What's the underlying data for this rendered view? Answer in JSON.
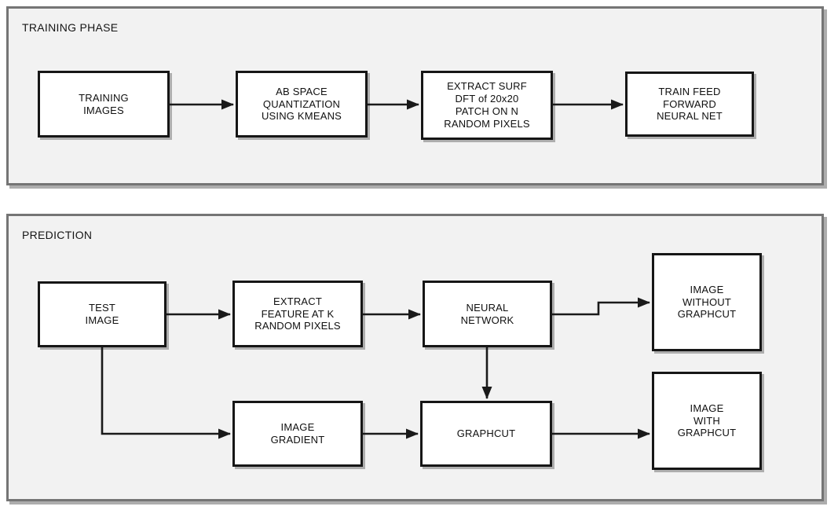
{
  "training_phase": {
    "title": "TRAINING PHASE",
    "boxes": [
      {
        "id": "training-images",
        "label": "TRAINING\nIMAGES"
      },
      {
        "id": "ab-space-quantization",
        "label": "AB SPACE\nQUANTIZATION\nUSING KMEANS"
      },
      {
        "id": "extract-surf",
        "label": "EXTRACT SURF\nDFT of 20x20\nPATCH ON N\nRANDOM PIXELS"
      },
      {
        "id": "train-feed-forward",
        "label": "TRAIN FEED\nFORWARD\nNEURAL NET"
      }
    ]
  },
  "prediction": {
    "title": "PREDICTION",
    "boxes": [
      {
        "id": "test-image",
        "label": "TEST\nIMAGE"
      },
      {
        "id": "extract-feature",
        "label": "EXTRACT\nFEATURE AT K\nRANDOM PIXELS"
      },
      {
        "id": "neural-network",
        "label": "NEURAL\nNETWORK"
      },
      {
        "id": "image-without-graphcut",
        "label": "IMAGE\nWITHOUT\nGRAPHCUT"
      },
      {
        "id": "image-gradient",
        "label": "IMAGE\nGRADIENT"
      },
      {
        "id": "graphcut",
        "label": "GRAPHCUT"
      },
      {
        "id": "image-with-graphcut",
        "label": "IMAGE\nWITH\nGRAPHCUT"
      }
    ]
  },
  "colors": {
    "panel_fill": "#f2f2f2",
    "panel_border": "#757575",
    "box_fill": "#ffffff",
    "box_border": "#161616",
    "arrow": "#1a1a1a",
    "text": "#101010"
  }
}
